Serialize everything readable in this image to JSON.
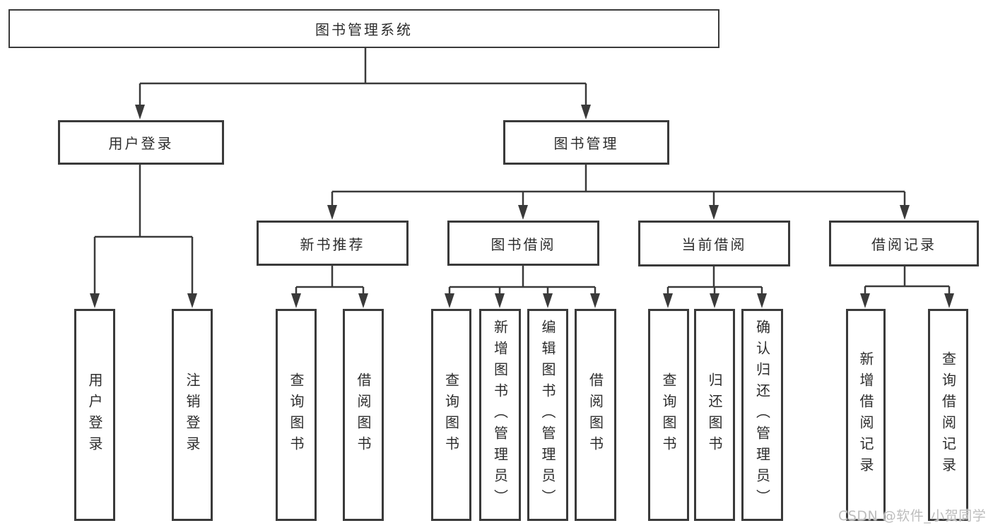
{
  "diagram": {
    "root": {
      "label": "图书管理系统"
    },
    "level2": {
      "user_login": {
        "label": "用户登录"
      },
      "book_management": {
        "label": "图书管理"
      }
    },
    "level3": {
      "new_book_recommendation": {
        "label": "新书推荐"
      },
      "book_borrowing": {
        "label": "图书借阅"
      },
      "current_borrowing": {
        "label": "当前借阅"
      },
      "borrowing_records": {
        "label": "借阅记录"
      }
    },
    "leaves": {
      "user_login_children": [
        "用户登录",
        "注销登录"
      ],
      "new_book_children": [
        "查询图书",
        "借阅图书"
      ],
      "book_borrowing_children": [
        "查询图书",
        "新增图书（管理员）",
        "编辑图书（管理员）",
        "借阅图书"
      ],
      "current_borrowing_children": [
        "查询图书",
        "归还图书",
        "确认归还（管理员）"
      ],
      "records_children": [
        "新增借阅记录",
        "查询借阅记录"
      ]
    }
  },
  "watermark": {
    "text": "CSDN @软件_小贺同学"
  },
  "colors": {
    "line": "#3a3a3a",
    "box_border": "#3a3a3a",
    "text": "#2d2d2d",
    "background": "#ffffff",
    "watermark": "#bdbdbd"
  }
}
